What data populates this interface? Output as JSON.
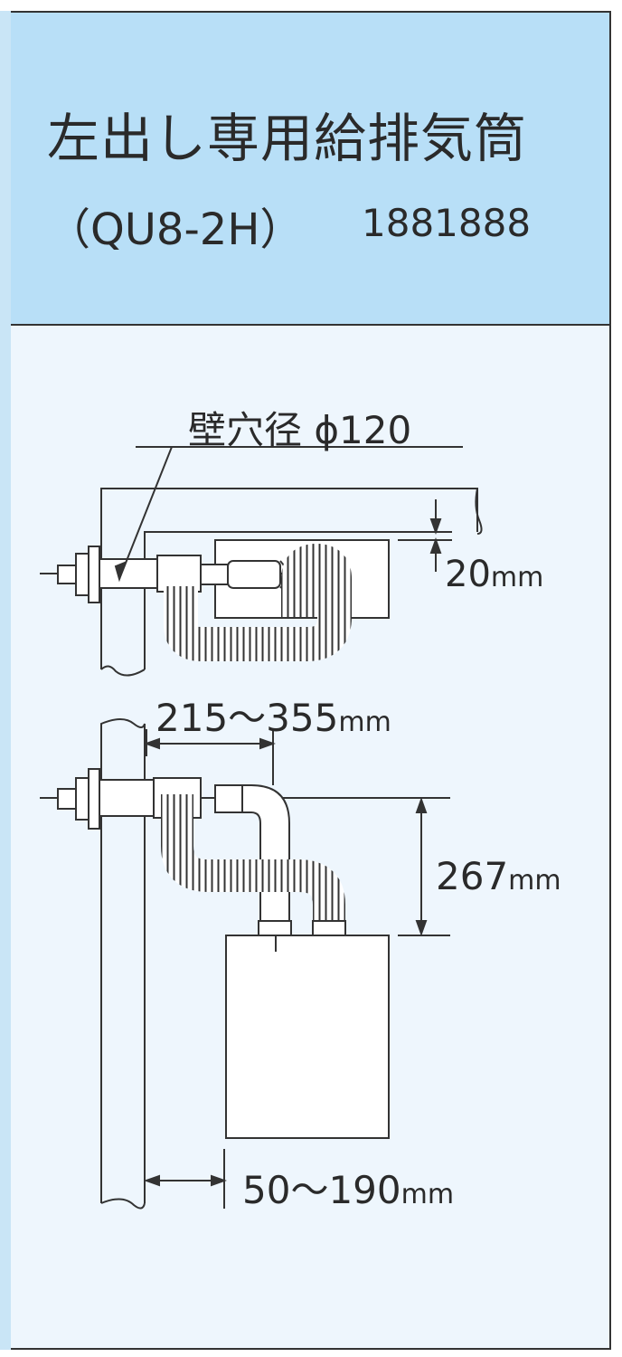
{
  "header": {
    "title": "左出し専用給排気筒",
    "model": "（QU8-2H）",
    "code": "1881888"
  },
  "labels": {
    "hole_diameter": "壁穴径 ϕ120",
    "top_clearance_value": "20",
    "horizontal_offset_value": "215～355",
    "vertical_height_value": "267",
    "wall_distance_value": "50～190",
    "unit": "mm"
  }
}
